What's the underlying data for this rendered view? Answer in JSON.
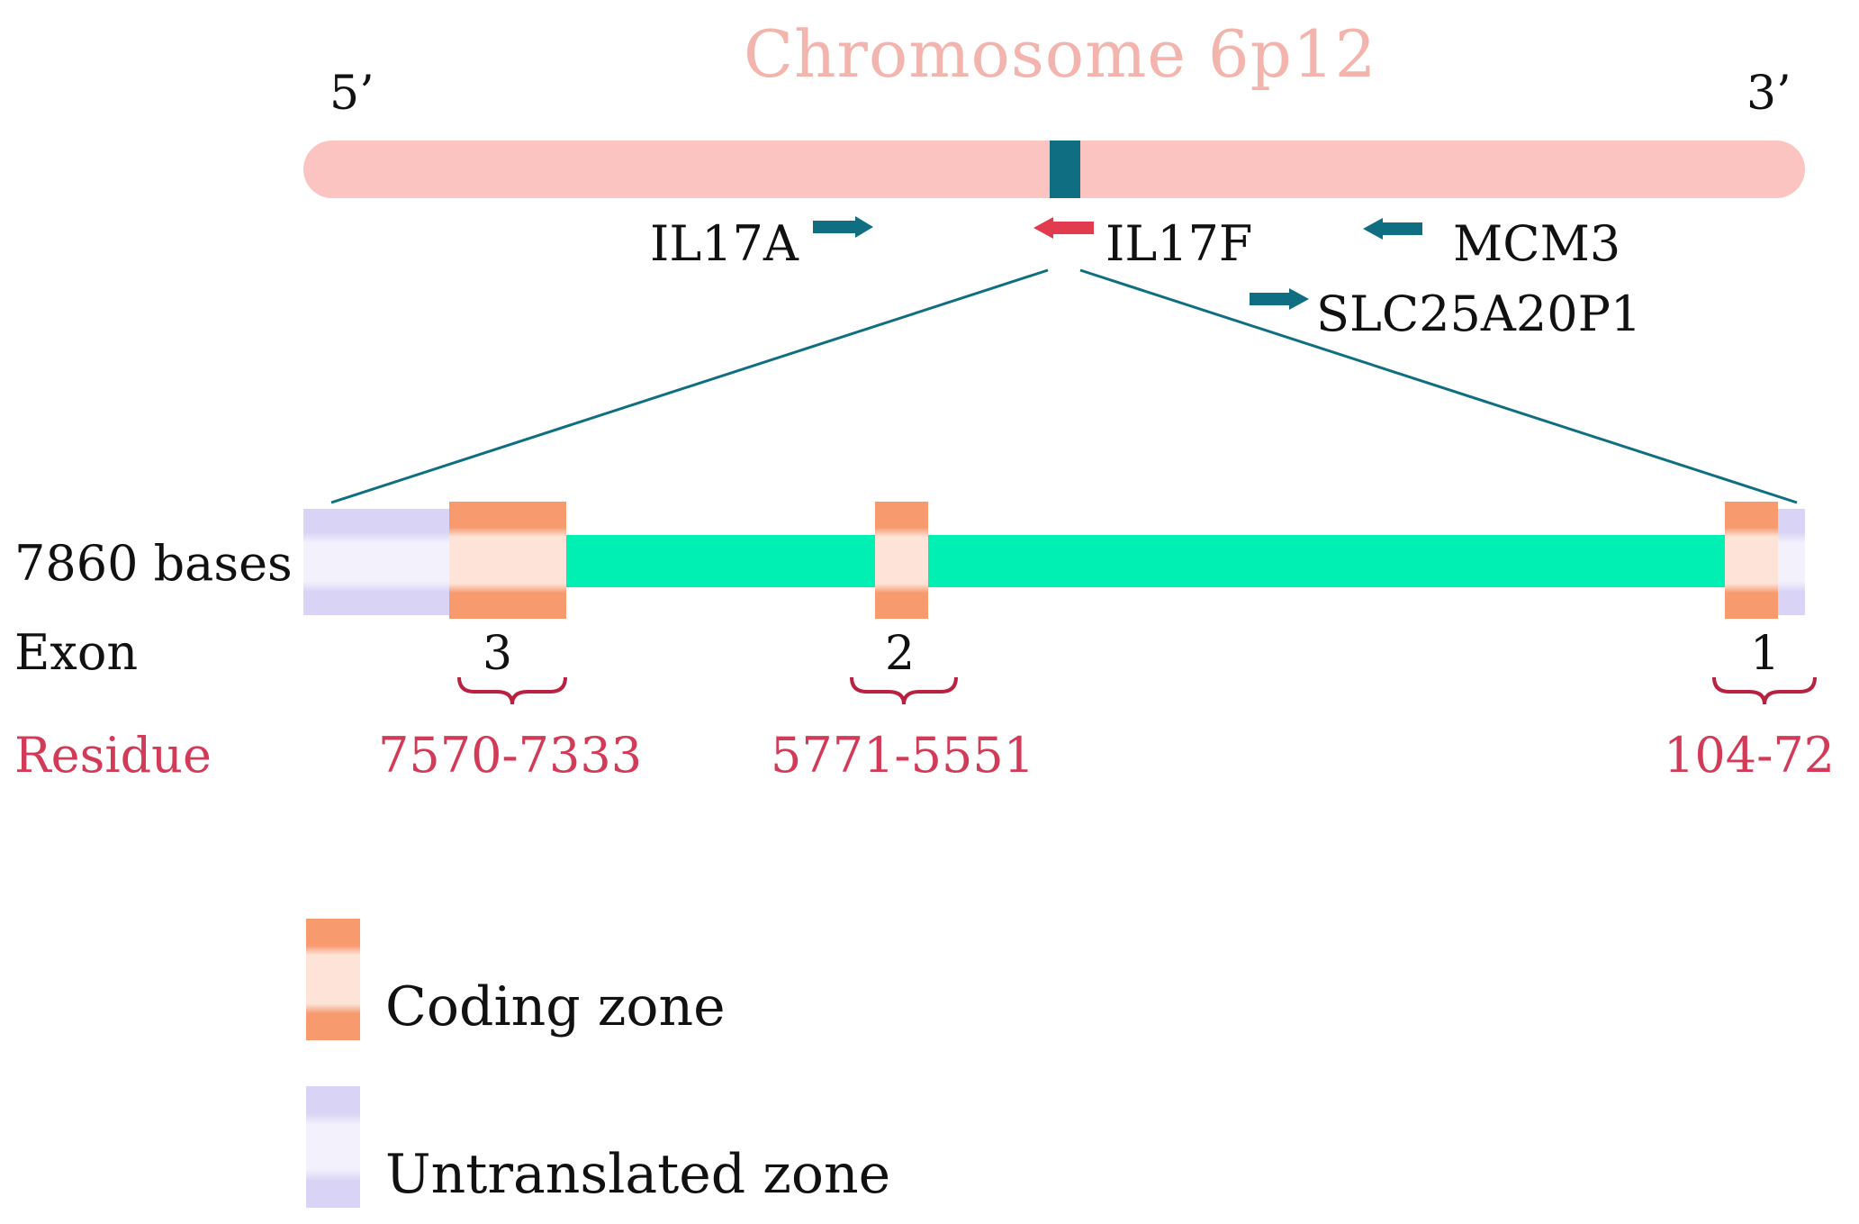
{
  "title": "Chromosome 6p12",
  "strand": {
    "five_prime": "5’",
    "three_prime": "3’"
  },
  "genes": [
    {
      "name": "IL17A",
      "direction": "right",
      "color": "#0f6e82"
    },
    {
      "name": "IL17F",
      "direction": "left",
      "color": "#e23a4f"
    },
    {
      "name": "MCM3",
      "direction": "left",
      "color": "#0f6e82"
    },
    {
      "name": "SLC25A20P1",
      "direction": "right",
      "color": "#0f6e82"
    }
  ],
  "side_labels": {
    "length": "7860 bases",
    "exon": "Exon",
    "residue": "Residue"
  },
  "exons": [
    {
      "number": "3",
      "residue": "7570-7333"
    },
    {
      "number": "2",
      "residue": "5771-5551"
    },
    {
      "number": "1",
      "residue": "104-72"
    }
  ],
  "legend": [
    {
      "label": "Coding zone",
      "swatch": "coding"
    },
    {
      "label": "Untranslated zone",
      "swatch": "utr"
    }
  ],
  "colors": {
    "chromosome": "#fbc4c0",
    "title": "#f2b4ad",
    "locus_marker": "#0f6e82",
    "intron": "#00f0b4",
    "coding_edge": "#f79a6e",
    "coding_fill": "#fde3d8",
    "utr_edge": "#d9d4f5",
    "utr_fill": "#f3f1fc",
    "residue_text": "#d33a58",
    "brace": "#b8213f",
    "zoom_line": "#0f6e82"
  }
}
